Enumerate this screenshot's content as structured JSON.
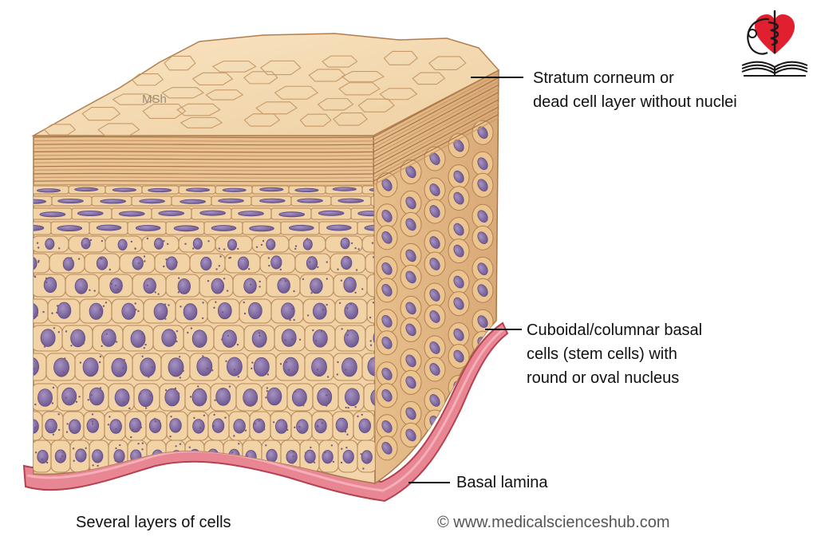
{
  "watermark": "MSh",
  "labels": {
    "stratum_corneum_line1": "Stratum corneum or",
    "stratum_corneum_line2": "dead cell layer without nuclei",
    "basal_cells_line1": "Cuboidal/columnar basal",
    "basal_cells_line2": "cells (stem cells) with",
    "basal_cells_line3": "round or oval nucleus",
    "basal_lamina": "Basal lamina"
  },
  "caption": "Several layers of cells",
  "credit": "© www.medicalscienceshub.com",
  "colors": {
    "cell_fill": "#f1d3a6",
    "cell_border": "#b98a5a",
    "nucleus": "#8a74a8",
    "nucleus_dark": "#5e4a80",
    "lamina": "#e7808e",
    "lamina_edge": "#b8404e",
    "surface": "#f5dcb4",
    "heart": "#e02030"
  },
  "logo": {
    "name": "medical-book-heart-logo"
  }
}
